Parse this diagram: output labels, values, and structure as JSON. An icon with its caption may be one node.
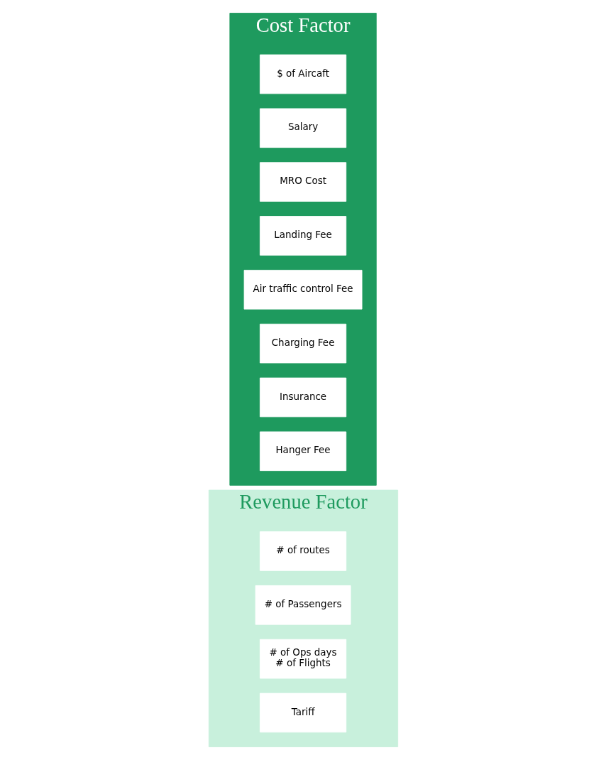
{
  "diagram": {
    "nodes": [
      {
        "text": [
          "Revenue Factor"
        ]
      },
      {
        "text": [
          "# of routes"
        ],
        "in": 0
      },
      {
        "text": [
          "# of Passengers"
        ],
        "in": 0
      },
      {
        "text": [
          "# of Ops days",
          "# of Flights"
        ],
        "in": 0
      },
      {
        "text": [
          "Tariff"
        ],
        "in": 0
      },
      {
        "text": [
          "Cost Factor"
        ]
      },
      {
        "text": [
          "$ of Aircaft"
        ],
        "in": 5
      },
      {
        "text": [
          "Salary"
        ],
        "in": 5
      },
      {
        "text": [
          "MRO Cost"
        ],
        "in": 5
      },
      {
        "text": [
          "Landing Fee"
        ],
        "in": 5
      },
      {
        "text": [
          "Air traffic control Fee"
        ],
        "in": 5
      },
      {
        "text": [
          "Charging Fee"
        ],
        "in": 5
      },
      {
        "text": [
          "Insurance"
        ],
        "in": 5
      },
      {
        "text": [
          "Hanger Fee"
        ],
        "in": 5
      }
    ],
    "edges": []
  }
}
